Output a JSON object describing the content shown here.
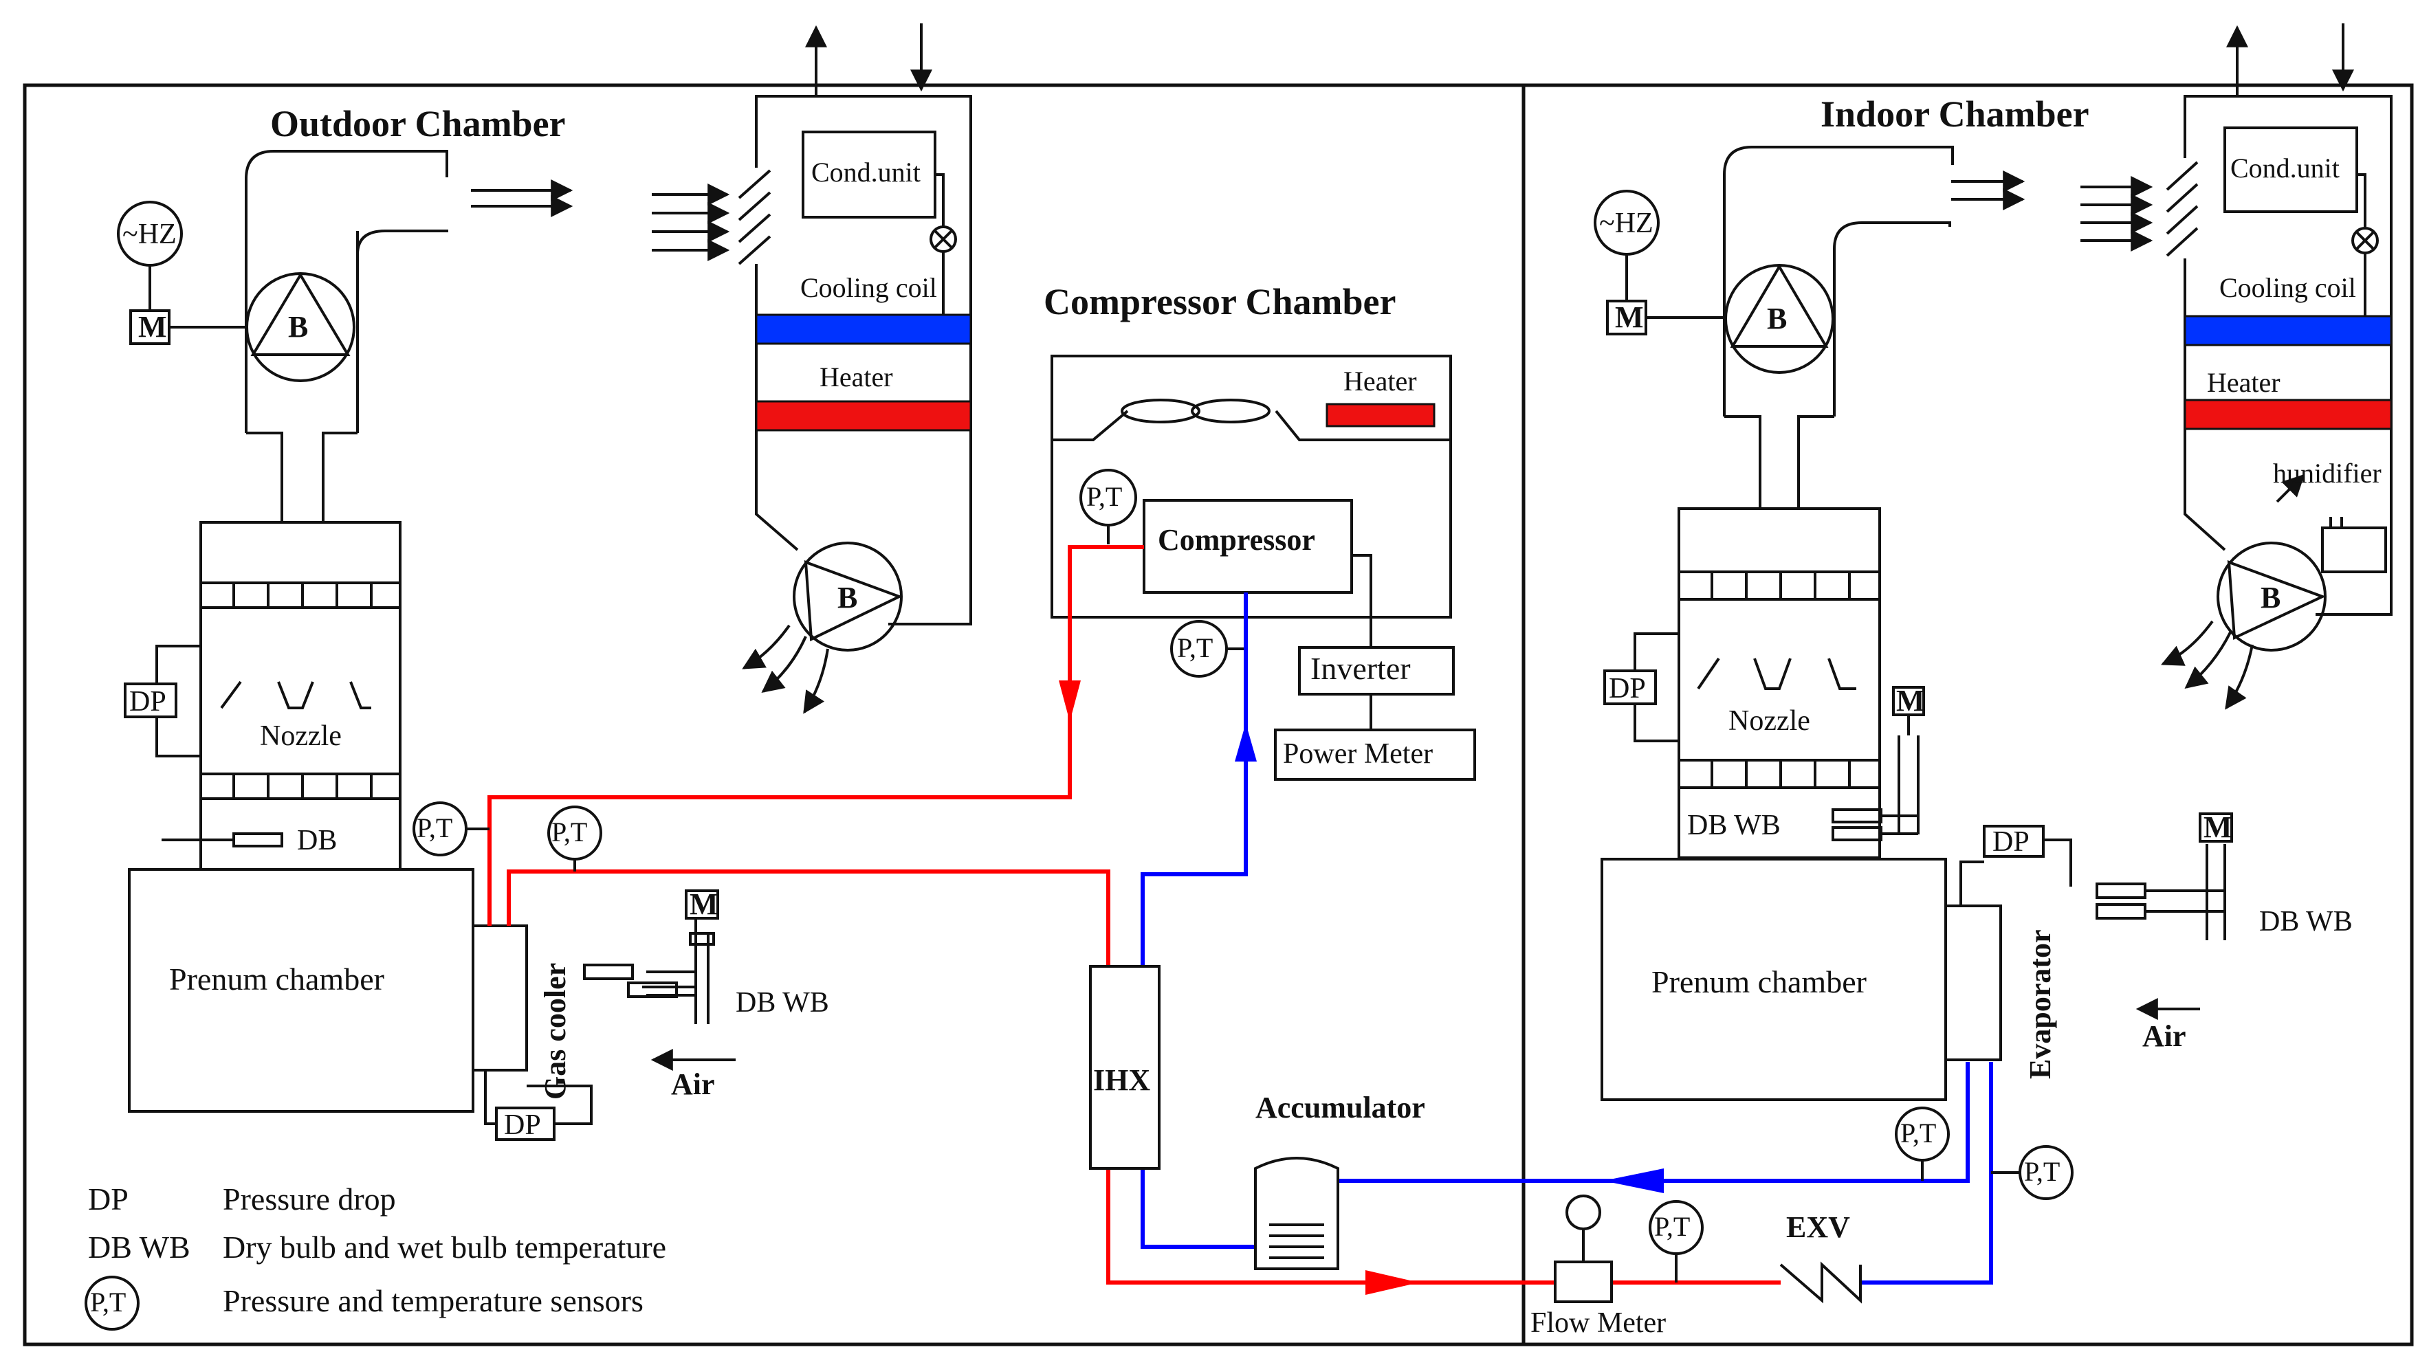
{
  "titles": {
    "outdoor": "Outdoor Chamber",
    "indoor": "Indoor Chamber",
    "compressor_chamber": "Compressor Chamber"
  },
  "outdoor": {
    "hz": "~HZ",
    "motor": "M",
    "blower": "B",
    "cond_unit": "Cond.unit",
    "cooling_coil": "Cooling coil",
    "heater": "Heater",
    "blower2": "B",
    "dp": "DP",
    "nozzle": "Nozzle",
    "db": "DB",
    "plenum": "Prenum chamber",
    "pt_a": "P,T",
    "pt_b": "P,T",
    "gas_cooler": "Gas cooler",
    "motor2": "M",
    "dbwb": "DB WB",
    "air": "Air",
    "dp2": "DP"
  },
  "compressor": {
    "heater": "Heater",
    "pt_suction_top": "P,T",
    "compressor": "Compressor",
    "pt_suction": "P,T",
    "inverter": "Inverter",
    "power_meter": "Power Meter"
  },
  "loop": {
    "ihx": "IHX",
    "accumulator": "Accumulator",
    "flow_meter": "Flow Meter",
    "pt_flow": "P,T",
    "exv": "EXV"
  },
  "indoor": {
    "hz": "~HZ",
    "motor": "M",
    "blower": "B",
    "cond_unit": "Cond.unit",
    "cooling_coil": "Cooling coil",
    "heater": "Heater",
    "humidifier": "hunidifier",
    "blower2": "B",
    "dp": "DP",
    "nozzle": "Nozzle",
    "motor_nozzle": "M",
    "dbwb_nozzle": "DB WB",
    "dp2": "DP",
    "plenum": "Prenum chamber",
    "evaporator": "Evaporator",
    "motor2": "M",
    "dbwb": "DB WB",
    "air": "Air",
    "pt_a": "P,T",
    "pt_b": "P,T"
  },
  "legend": {
    "dp_key": "DP",
    "dp_desc": "Pressure drop",
    "dbwb_key": "DB WB",
    "dbwb_desc": "Dry bulb and wet bulb temperature",
    "pt_key": "P,T",
    "pt_desc": "Pressure and temperature sensors"
  },
  "colors": {
    "hot_line": "#ff0000",
    "cold_line": "#0000ff",
    "cooling_coil": "#0033ff",
    "heater": "#ee1111"
  }
}
